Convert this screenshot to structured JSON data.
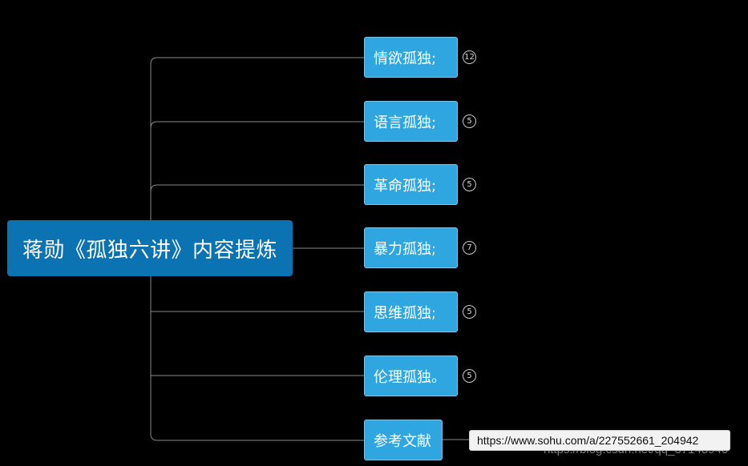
{
  "root": {
    "label": "蒋勋《孤独六讲》内容提炼"
  },
  "branches": [
    {
      "label": "情欲孤独;",
      "count": "12"
    },
    {
      "label": "语言孤独;",
      "count": "5"
    },
    {
      "label": "革命孤独;",
      "count": "5"
    },
    {
      "label": "暴力孤独;",
      "count": "7"
    },
    {
      "label": "思维孤独;",
      "count": "5"
    },
    {
      "label": "伦理孤独。",
      "count": "5"
    },
    {
      "label": "参考文献"
    }
  ],
  "reference_link": {
    "url": "https://www.sohu.com/a/227552661_204942"
  },
  "watermark": {
    "text": "https://blog.csdn.net/qq_37148940"
  },
  "colors": {
    "background": "#000000",
    "root_fill": "#0b73b1",
    "branch_fill": "#30a6e0",
    "connector": "#8a8a8a"
  }
}
